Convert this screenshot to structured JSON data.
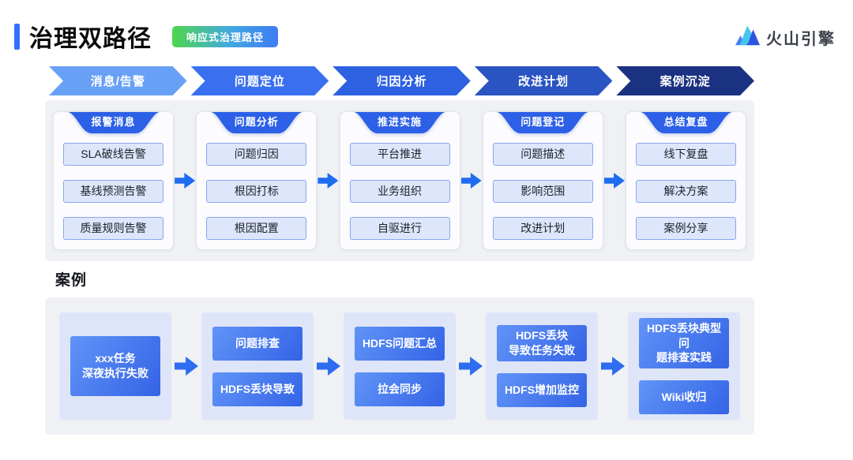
{
  "header": {
    "title": "治理双路径",
    "badge": "响应式治理路径"
  },
  "logo": {
    "text": "火山引擎"
  },
  "colors": {
    "accent": "#3370ff",
    "badge_gradient": [
      "#4ed64c",
      "#3e7bf3"
    ],
    "ribbon": "#2c60e6",
    "flow_arrow": "#1d6cf2",
    "case_arrow": "#2e6cf0",
    "panel_bg": "#eff1f5",
    "group_bg": "#dee5f8",
    "item_bg": "#dde6fb",
    "case_box_gradient": [
      "#6194f7",
      "#3463e6"
    ]
  },
  "pipeline": {
    "stages": [
      {
        "label": "消息/告警",
        "color": "#68a0f6"
      },
      {
        "label": "问题定位",
        "color": "#3a70ef"
      },
      {
        "label": "归因分析",
        "color": "#2d61e2"
      },
      {
        "label": "改进计划",
        "color": "#2a54c2"
      },
      {
        "label": "案例沉淀",
        "color": "#1b3182"
      }
    ],
    "cards": [
      {
        "header": "报警消息",
        "items": [
          "SLA破线告警",
          "基线预测告警",
          "质量规则告警"
        ]
      },
      {
        "header": "问题分析",
        "items": [
          "问题归因",
          "根因打标",
          "根因配置"
        ]
      },
      {
        "header": "推进实施",
        "items": [
          "平台推进",
          "业务组织",
          "自驱进行"
        ]
      },
      {
        "header": "问题登记",
        "items": [
          "问题描述",
          "影响范围",
          "改进计划"
        ]
      },
      {
        "header": "总结复盘",
        "items": [
          "线下复盘",
          "解决方案",
          "案例分享"
        ]
      }
    ]
  },
  "case_section": {
    "heading": "案例",
    "groups": [
      {
        "items": [
          "xxx任务\n深夜执行失败"
        ]
      },
      {
        "items": [
          "问题排查",
          "HDFS丢块导致"
        ]
      },
      {
        "items": [
          "HDFS问题汇总",
          "拉会同步"
        ]
      },
      {
        "items": [
          "HDFS丢块\n导致任务失败",
          "HDFS增加监控"
        ]
      },
      {
        "items": [
          "HDFS丢块典型问\n题排查实践",
          "Wiki收归"
        ]
      }
    ]
  }
}
